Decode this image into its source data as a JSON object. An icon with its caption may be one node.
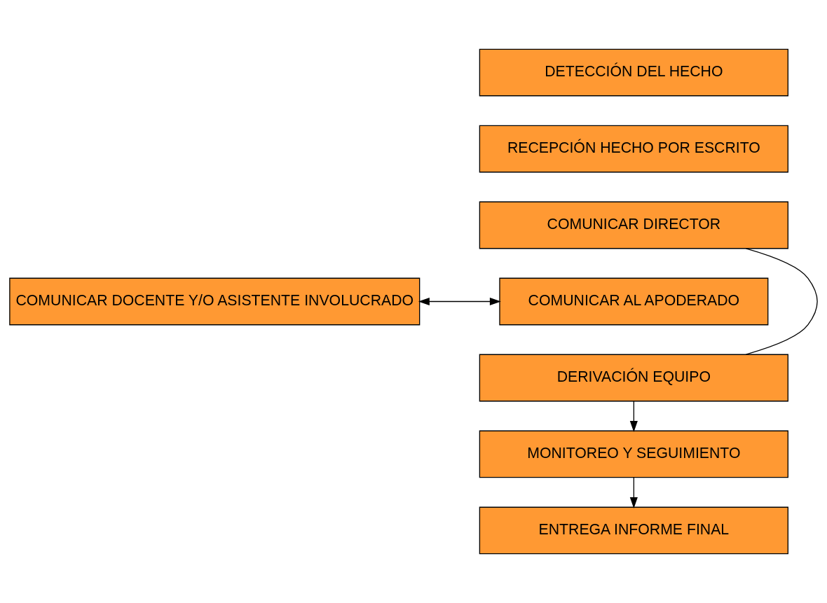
{
  "diagram": {
    "nodes": [
      {
        "text": [
          "DETECCIÓN DEL HECHO"
        ]
      },
      {
        "text": [
          "RECEPCIÓN HECHO POR ESCRITO"
        ]
      },
      {
        "text": [
          "COMUNICAR DIRECTOR"
        ]
      },
      {
        "text": [
          "COMUNICAR DOCENTE Y/O ASISTENTE INVOLUCRADO"
        ]
      },
      {
        "text": [
          "COMUNICAR AL APODERADO"
        ]
      },
      {
        "text": [
          "DERIVACIÓN EQUIPO"
        ]
      },
      {
        "text": [
          "MONITOREO Y SEGUIMIENTO"
        ]
      },
      {
        "text": [
          "ENTREGA INFORME FINAL"
        ]
      }
    ],
    "edges": [
      {
        "from": 3,
        "to": 4,
        "arrow": "both"
      },
      {
        "from": 2,
        "to": 5,
        "arrow": "none"
      },
      {
        "from": 5,
        "to": 6,
        "arrow": "to"
      },
      {
        "from": 6,
        "to": 7,
        "arrow": "to"
      }
    ]
  }
}
